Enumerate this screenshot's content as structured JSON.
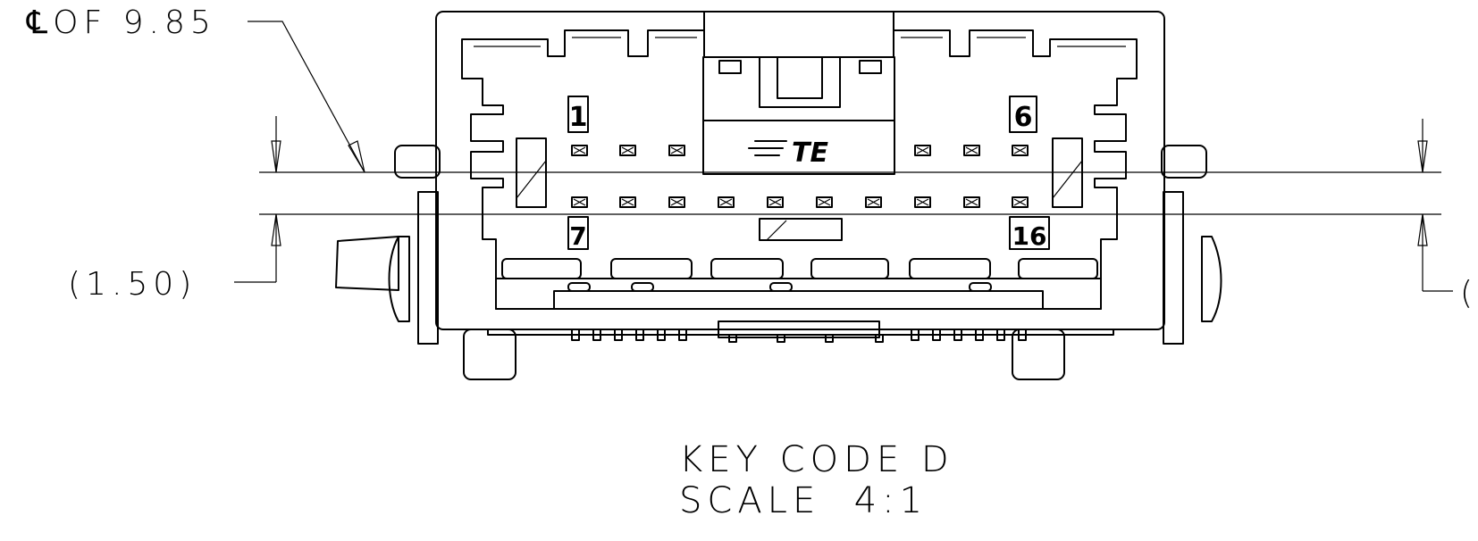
{
  "callouts": {
    "centerline": "℄OF 9.85",
    "dimension": "(1.50)",
    "dimension_right_partial": "("
  },
  "connector": {
    "pin_numbers": [
      "1",
      "6",
      "7",
      "16"
    ],
    "logo": "TE"
  },
  "caption": {
    "line1": "KEY CODE D",
    "line2": "SCALE  4:1"
  }
}
